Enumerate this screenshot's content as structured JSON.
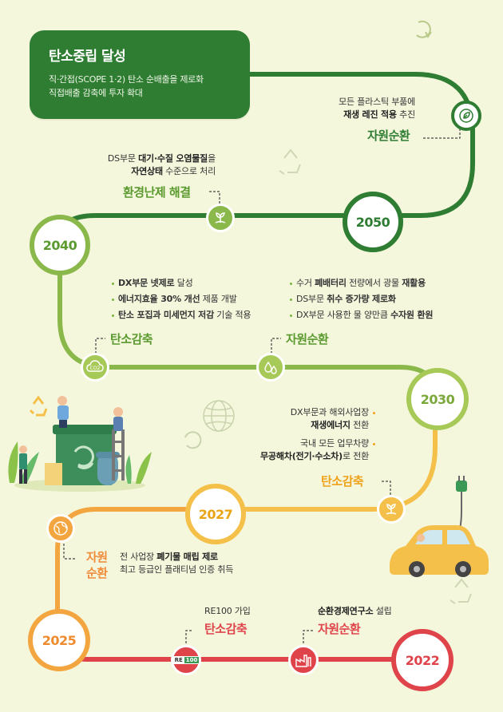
{
  "title_box": {
    "title": "탄소중립 달성",
    "line1": "직·간접(SCOPE 1·2) 탄소 순배출을 제로화",
    "line2": "직접배출 감축에 투자 확대"
  },
  "years": {
    "y2050": "2050",
    "y2040": "2040",
    "y2030": "2030",
    "y2027": "2027",
    "y2025": "2025",
    "y2022": "2022"
  },
  "m2050_resource": {
    "line1": "모든 플라스틱 부품에",
    "line2_bold": "재생 레진 적용",
    "line2_rest": " 추진",
    "heading": "자원순환"
  },
  "m2040_env": {
    "line1_pre": "DS부문 ",
    "line1_bold": "대기·수질 오염물질",
    "line1_post": "을",
    "line2_bold": "자연상태",
    "line2_rest": " 수준으로 처리",
    "heading": "환경난제 해결"
  },
  "m2040_carbon": {
    "items": [
      {
        "bold": "DX부문 넷제로",
        "rest": " 달성"
      },
      {
        "bold": "에너지효율 30% 개선",
        "rest": " 제품 개발"
      },
      {
        "bold": "탄소 포집과 미세먼지 저감",
        "rest": " 기술 적용"
      }
    ],
    "heading": "탄소감축"
  },
  "m2040_resource": {
    "items": [
      {
        "pre": "수거 ",
        "bold": "폐배터리",
        "rest": " 전량에서 광물 ",
        "bold2": "재활용"
      },
      {
        "pre": "DS부문 ",
        "bold": "취수 증가량 제로화",
        "rest": "",
        "bold2": ""
      },
      {
        "pre": "DX부문 사용한 물 양만큼 ",
        "bold": "수자원 환원",
        "rest": "",
        "bold2": ""
      }
    ],
    "heading": "자원순환"
  },
  "m2030_carbon": {
    "line1": "DX부문과 해외사업장",
    "line2_bold": "재생에너지",
    "line2_rest": " 전환",
    "line3": "국내 모든 업무차량",
    "line4_bold": "무공해차(전기·수소차)",
    "line4_rest": "로 전환",
    "heading": "탄소감축"
  },
  "m2027_resource": {
    "heading_line1": "자원",
    "heading_line2": "순환",
    "line1_pre": "전 사업장 ",
    "line1_bold": "폐기물 매립 제로",
    "line2": "최고 등급인 플래티넘 인증 취득"
  },
  "m2025_carbon": {
    "line1": "RE100 가입",
    "heading": "탄소감축",
    "badge_re": "RE",
    "badge_num": "100"
  },
  "m2022_resource": {
    "line1_bold": "순환경제연구소",
    "line1_rest": " 설립",
    "heading": "자원순환"
  },
  "icons": {
    "recycle": "recycle-icon",
    "leaf": "leaf-circle-icon",
    "co2": "co2-cloud-icon",
    "water": "water-drops-icon",
    "plant": "plant-hand-icon",
    "globe": "globe-icon",
    "factory": "factory-icon",
    "earth": "earth-icon"
  },
  "colors": {
    "background": "#f4f7dc",
    "dark_green": "#2e7d32",
    "mid_green": "#8bb84a",
    "light_green": "#a7c957",
    "yellow_orange": "#f5b942",
    "orange": "#f08c3a",
    "red": "#e0444b"
  }
}
